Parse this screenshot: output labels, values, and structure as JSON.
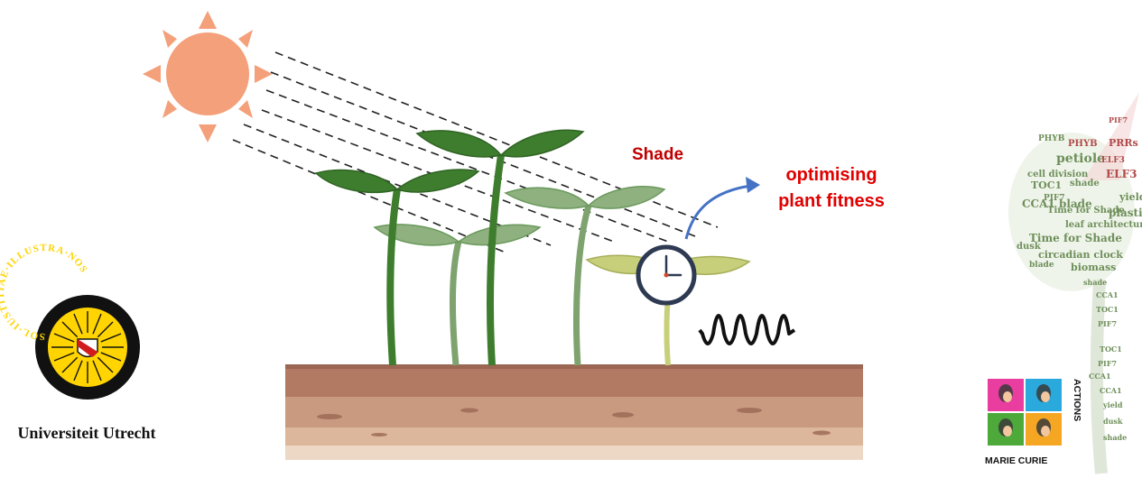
{
  "labels": {
    "shade": "Shade",
    "outcome_line1": "optimising",
    "outcome_line2": "plant fitness"
  },
  "logos": {
    "university": {
      "name": "Universiteit Utrecht",
      "seal_text": "SOL·IUSTITIAE·ILLUSTRA·NOS"
    },
    "marie_curie": {
      "actions_text": "ACTIONS",
      "name_text": "MARIE CURIE"
    }
  },
  "word_cloud": {
    "words": [
      "PIF7",
      "PHYB",
      "PRRs",
      "petiole",
      "ELF3",
      "cell division",
      "TOC1",
      "shade",
      "yield",
      "PIF7",
      "Time for Shade",
      "CCA1 blade",
      "plasticity",
      "leaf architecture",
      "Time for Shade",
      "dusk",
      "circadian clock",
      "biomass",
      "blade",
      "shade",
      "CCA1",
      "TOC1",
      "PIF7",
      "ELF3",
      "CCA1",
      "yield",
      "PHYB",
      "dusk",
      "TOC1",
      "PIF7",
      "CCA1",
      "shade"
    ]
  },
  "colors": {
    "sun": "#f4a07a",
    "leaf_dark": "#3e7d2e",
    "leaf_mid": "#6a9a5c",
    "leaf_light": "#8fb07f",
    "seedling": "#c8cf7a",
    "arrow": "#4472c4",
    "label_red": "#c00000",
    "soil_top": "#b27a62",
    "wordcloud_green": "#6e8f5a",
    "wordcloud_red": "#b04a4a"
  }
}
